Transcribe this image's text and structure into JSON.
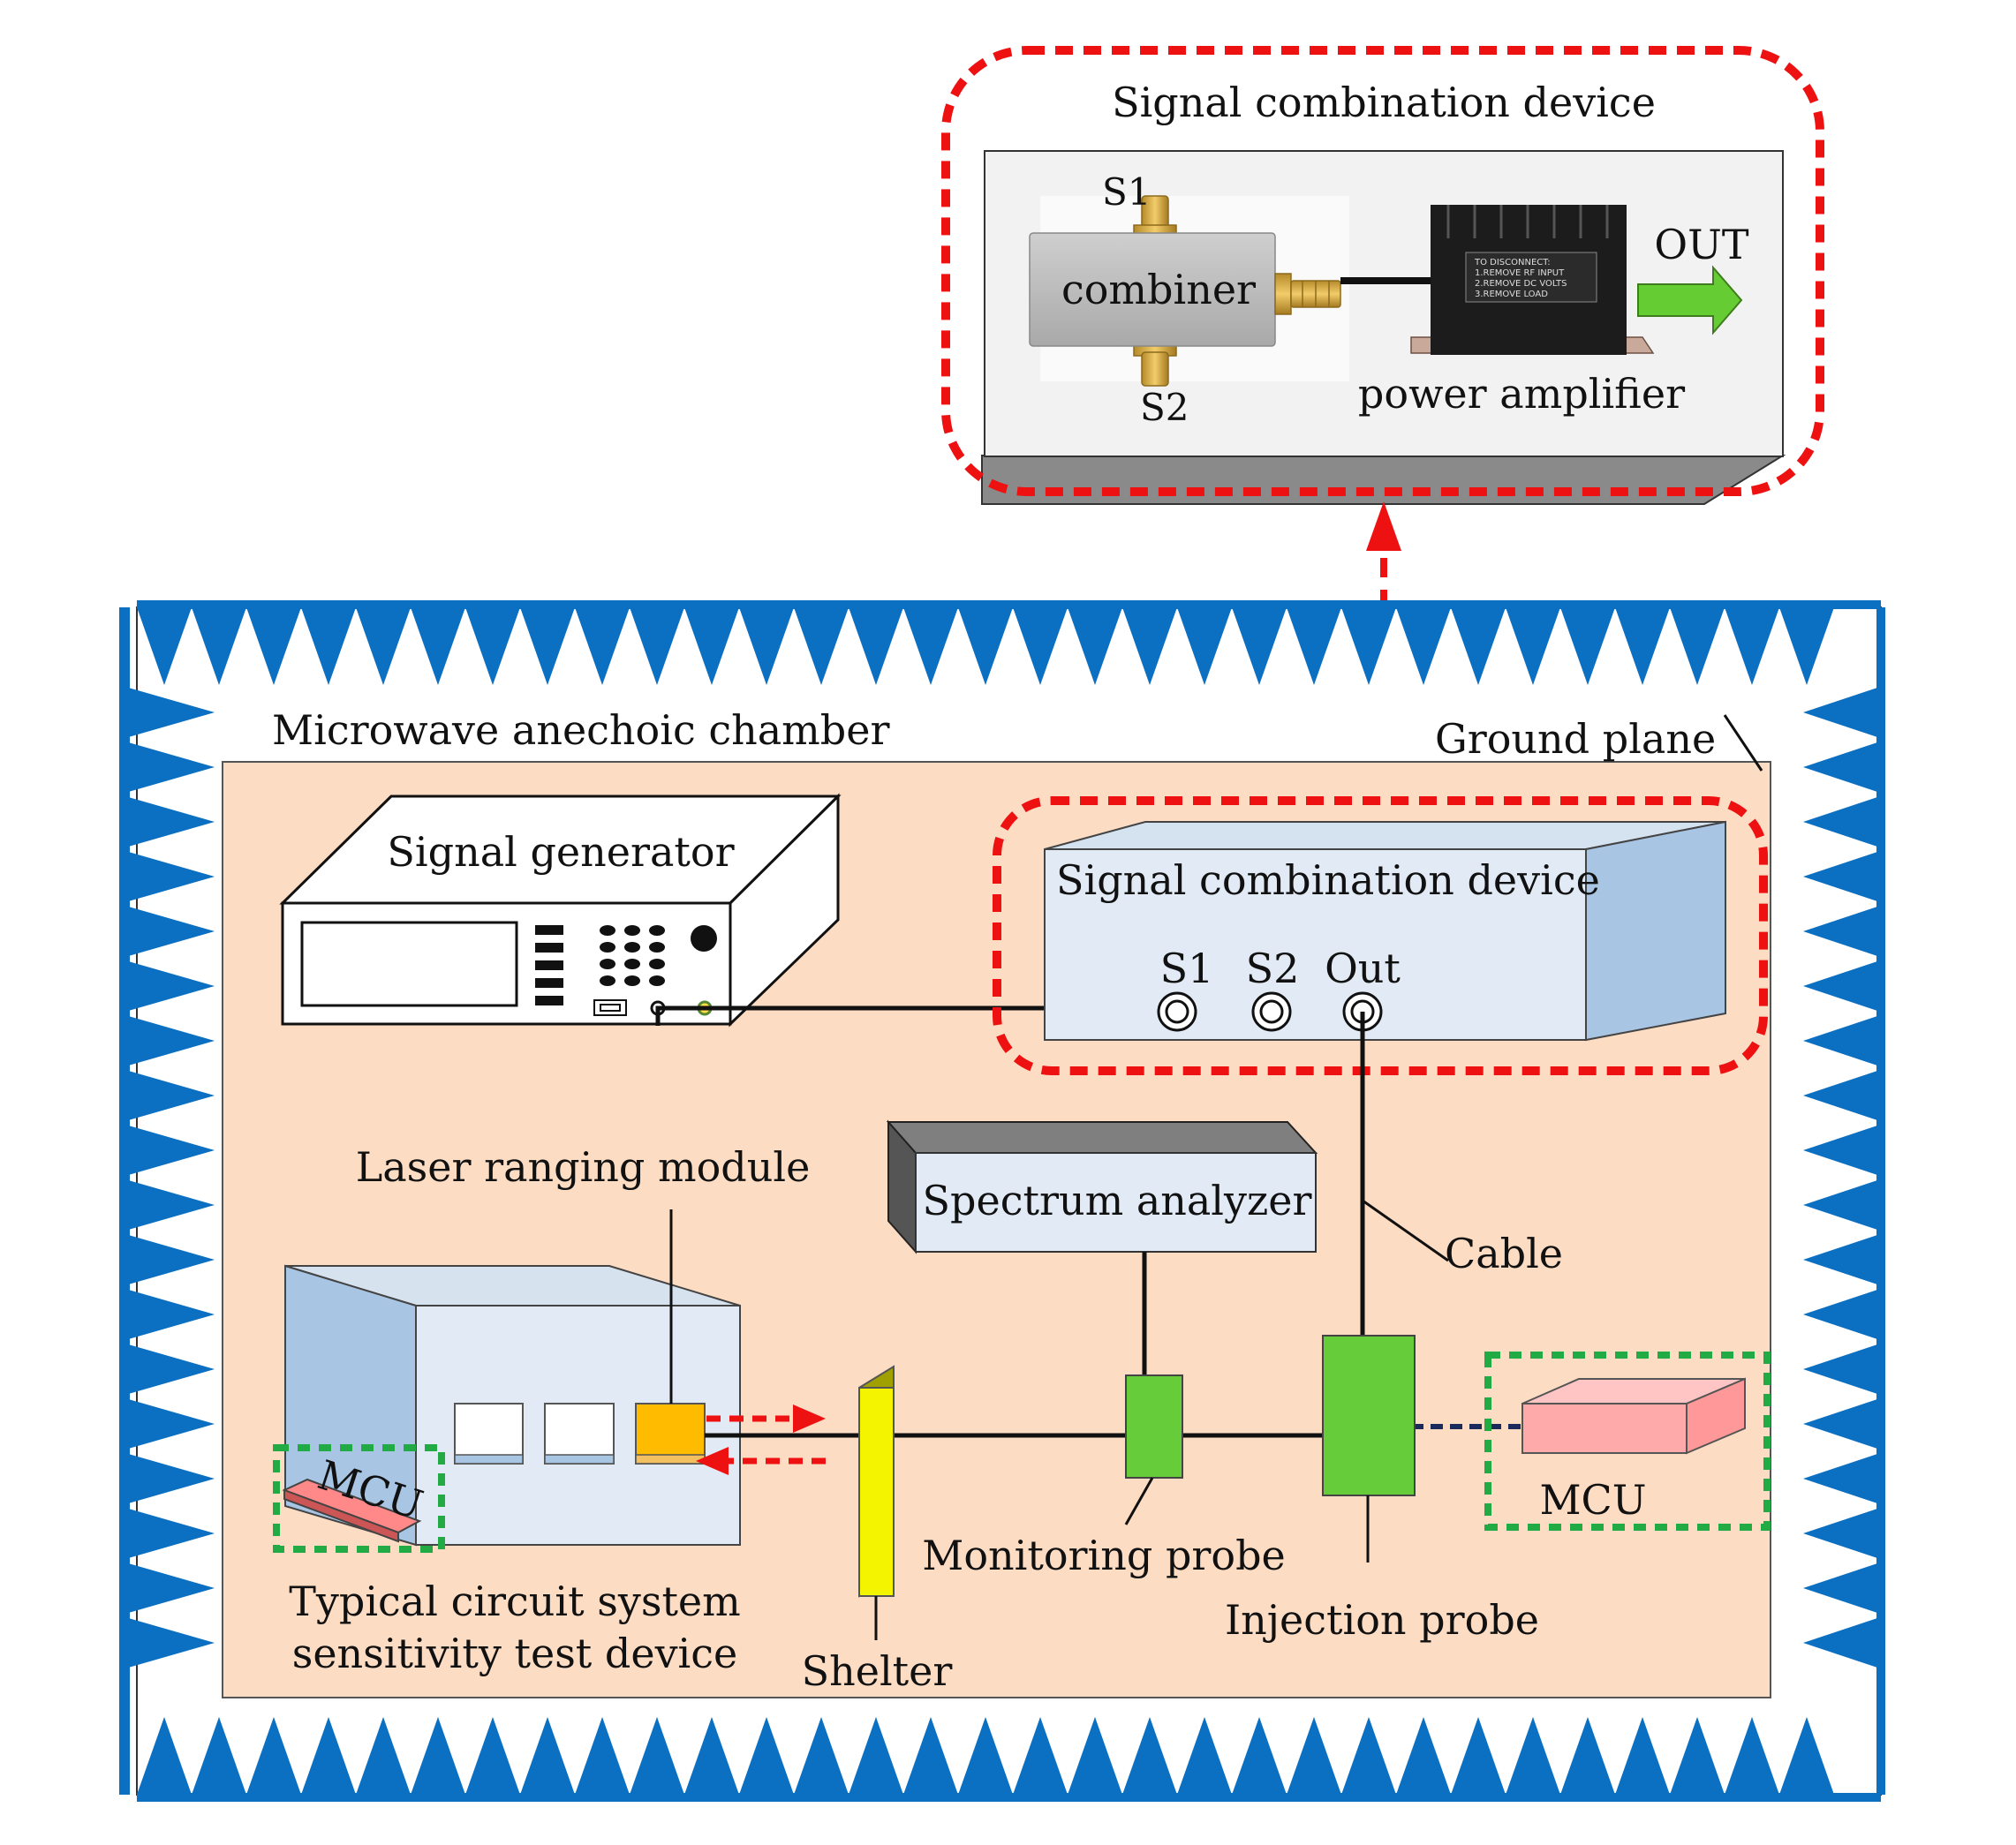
{
  "inset": {
    "title": "Signal combination device",
    "s1_label": "S1",
    "s2_label": "S2",
    "combiner_label": "combiner",
    "out_label": "OUT",
    "amplifier_label": "power amplifier",
    "amp_plate_text": "TO DISCONNECT:\n1.REMOVE RF INPUT\n2.REMOVE DC VOLTS\n3.REMOVE LOAD"
  },
  "chamber": {
    "title": "Microwave anechoic chamber",
    "ground_plane_label": "Ground plane"
  },
  "devices": {
    "signal_generator": "Signal generator",
    "combination_device": "Signal combination device",
    "port_s1": "S1",
    "port_s2": "S2",
    "port_out": "Out",
    "laser_module": "Laser ranging module",
    "spectrum_analyzer": "Spectrum analyzer",
    "cable": "Cable",
    "mcu_left": "MCU",
    "mcu_right": "MCU",
    "monitoring_probe": "Monitoring probe",
    "injection_probe": "Injection probe",
    "test_device_line1": "Typical circuit system",
    "test_device_line2": "sensitivity test device",
    "shelter": "Shelter"
  },
  "colors": {
    "absorber_blue": "#0b6fc2",
    "floor": "#fddcc4",
    "device_face": "#e2ebf5",
    "device_side": "#a8c5e4",
    "probe_green": "#66cc3a",
    "highlight_red": "#ee1111",
    "mcu_box_green": "#22aa44",
    "mcu_pink": "#ffaaaa",
    "laser_orange": "#ffbb00",
    "shelter_yellow": "#f4f400",
    "arrow_green": "#66cc33"
  }
}
